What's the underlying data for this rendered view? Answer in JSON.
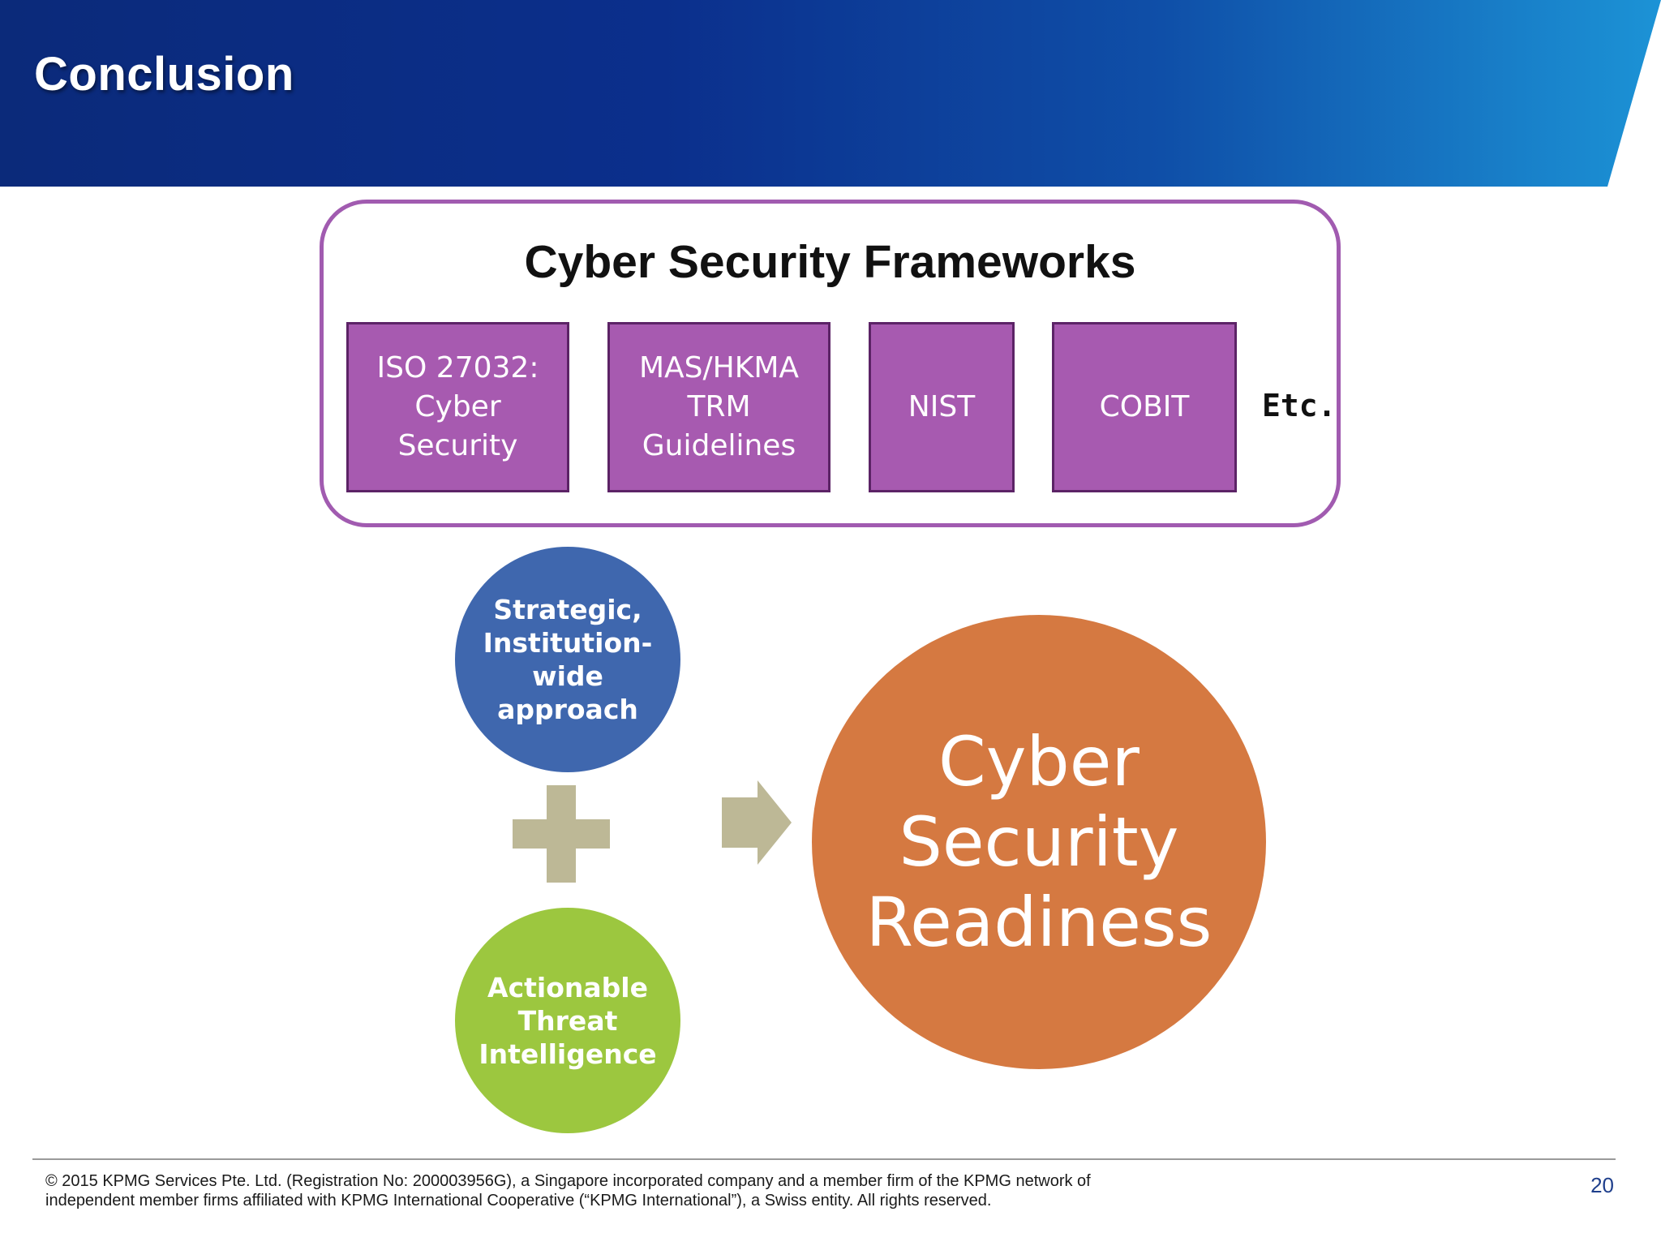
{
  "header": {
    "title": "Conclusion"
  },
  "frameworks": {
    "title": "Cyber Security Frameworks",
    "items": [
      "ISO 27032: Cyber Security",
      "MAS/HKMA TRM Guidelines",
      "NIST",
      "COBIT"
    ],
    "etc": "Etc."
  },
  "diagram": {
    "strategic": "Strategic, Institution-wide approach",
    "threat": "Actionable Threat Intelligence",
    "readiness": "Cyber Security Readiness"
  },
  "footer": {
    "copyright": "© 2015 KPMG Services Pte. Ltd. (Registration No: 200003956G), a Singapore incorporated company and a member firm of the KPMG network of independent member firms affiliated with KPMG International Cooperative (“KPMG International”), a Swiss entity. All rights reserved.",
    "page_number": "20"
  },
  "colors": {
    "header_dark": "#0b2a7a",
    "header_light": "#1c93d6",
    "framework_purple": "#a75ab0",
    "strategic_blue": "#3f67ae",
    "threat_green": "#9cc73f",
    "readiness_orange": "#d57941",
    "connector_khaki": "#bdb896"
  },
  "icons": [
    "plus-icon",
    "arrow-right-icon"
  ]
}
